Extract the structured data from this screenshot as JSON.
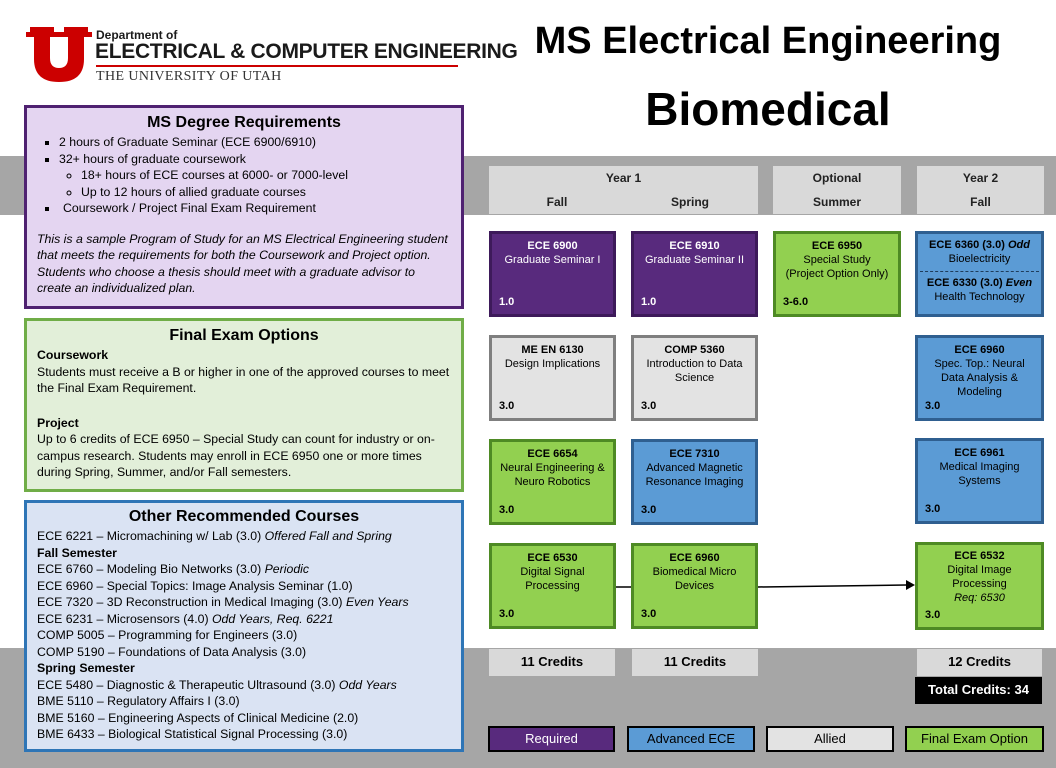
{
  "logo": {
    "dept": "Department of",
    "name": "ELECTRICAL & COMPUTER ENGINEERING",
    "university": "THE UNIVERSITY OF UTAH",
    "brand_color": "#cc0000"
  },
  "title": "MS Electrical Engineering",
  "subtitle": "Biomedical",
  "requirements": {
    "heading": "MS Degree Requirements",
    "items": [
      "2 hours of Graduate Seminar (ECE 6900/6910)",
      "32+ hours of graduate coursework",
      "18+ hours of ECE courses at 6000- or 7000-level",
      "Up to 12 hours of allied graduate courses",
      "Coursework / Project Final Exam Requirement"
    ],
    "note": "This is a sample Program of Study for an MS Electrical Engineering student that meets the requirements for both the Coursework and Project option. Students who choose a thesis should meet with a graduate advisor to create an individualized plan."
  },
  "final_exam": {
    "heading": "Final Exam Options",
    "coursework_label": "Coursework",
    "coursework_text": "Students must receive a B or higher in one of the approved courses to meet the Final Exam Requirement.",
    "project_label": "Project",
    "project_text": "Up to 6 credits of ECE 6950 – Special Study can count for industry or on-campus research. Students may enroll in ECE 6950 one or more times during Spring, Summer, and/or Fall semesters."
  },
  "other_courses": {
    "heading": "Other Recommended Courses",
    "line1": "ECE 6221 – Micromachining w/ Lab (3.0)",
    "line1_note": "Offered Fall and Spring",
    "fall_label": "Fall Semester",
    "fall1": "ECE 6760 – Modeling Bio Networks (3.0)",
    "fall1_note": "Periodic",
    "fall2": "ECE 6960 – Special Topics: Image Analysis Seminar (1.0)",
    "fall3": "ECE 7320 – 3D Reconstruction in Medical Imaging (3.0)",
    "fall3_note": "Even Years",
    "fall4": "ECE 6231 – Microsensors  (4.0)",
    "fall4_note": "Odd Years, Req. 6221",
    "fall5": "COMP 5005 – Programming for Engineers (3.0)",
    "fall6": "COMP 5190 – Foundations  of Data Analysis (3.0)",
    "spring_label": "Spring Semester",
    "spring1": "ECE 5480 – Diagnostic & Therapeutic Ultrasound (3.0)",
    "spring1_note": "Odd Years",
    "spring2": "BME 5110 – Regulatory Affairs  I (3.0)",
    "spring3": "BME 5160 – Engineering Aspects of Clinical Medicine (2.0)",
    "spring4": "BME 6433 – Biological Statistical Signal Processing (3.0)"
  },
  "headers": {
    "year1": "Year 1",
    "fall": "Fall",
    "spring": "Spring",
    "optional": "Optional",
    "summer": "Summer",
    "year2": "Year 2",
    "fall2": "Fall"
  },
  "courses": {
    "c6900": {
      "code": "ECE 6900",
      "name": "Graduate Seminar I",
      "credits": "1.0"
    },
    "c6910": {
      "code": "ECE 6910",
      "name": "Graduate Seminar II",
      "credits": "1.0"
    },
    "c6950": {
      "code": "ECE 6950",
      "name": "Special Study",
      "note": "(Project Option Only)",
      "credits": "3-6.0"
    },
    "c6360": {
      "code": "ECE 6360 (3.0)",
      "tag": "Odd",
      "name": "Bioelectricity"
    },
    "c6330": {
      "code": "ECE 6330 (3.0)",
      "tag": "Even",
      "name": "Health Technology"
    },
    "me6130": {
      "code": "ME EN 6130",
      "name": "Design Implications",
      "credits": "3.0"
    },
    "comp5360": {
      "code": "COMP 5360",
      "name": "Introduction to Data Science",
      "credits": "3.0"
    },
    "c6960a": {
      "code": "ECE 6960",
      "name": "Spec. Top.: Neural Data Analysis & Modeling",
      "credits": "3.0"
    },
    "c6654": {
      "code": "ECE 6654",
      "name": "Neural Engineering & Neuro Robotics",
      "credits": "3.0"
    },
    "c7310": {
      "code": "ECE 7310",
      "name": "Advanced Magnetic Resonance Imaging",
      "credits": "3.0"
    },
    "c6961": {
      "code": "ECE 6961",
      "name": "Medical Imaging Systems",
      "credits": "3.0"
    },
    "c6530": {
      "code": "ECE 6530",
      "name": "Digital Signal Processing",
      "credits": "3.0"
    },
    "c6960b": {
      "code": "ECE 6960",
      "name": "Biomedical Micro Devices",
      "credits": "3.0"
    },
    "c6532": {
      "code": "ECE 6532",
      "name": "Digital Image Processing",
      "note": "Req: 6530",
      "credits": "3.0"
    }
  },
  "credit_totals": {
    "fall1": "11 Credits",
    "spring1": "11 Credits",
    "fall2": "12 Credits",
    "total": "Total Credits: 34"
  },
  "legend": {
    "required": "Required",
    "advanced": "Advanced ECE",
    "allied": "Allied",
    "final": "Final Exam Option"
  },
  "colors": {
    "required": "#582a7d",
    "advanced": "#5b9bd5",
    "allied": "#e3e3e3",
    "final": "#92d050",
    "band": "#a6a6a6"
  }
}
